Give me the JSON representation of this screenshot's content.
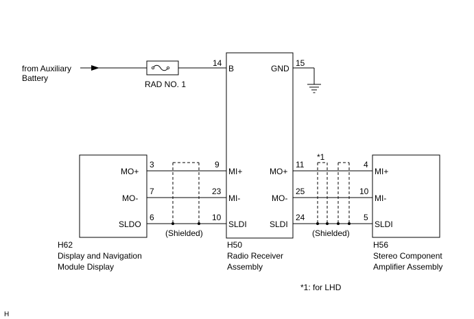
{
  "source": {
    "line1": "from Auxiliary",
    "line2": "Battery"
  },
  "fuse": {
    "label": "RAD NO. 1"
  },
  "radio": {
    "code": "H50",
    "name_line1": "Radio Receiver",
    "name_line2": "Assembly",
    "pins": {
      "b": {
        "num": "14",
        "name": "B"
      },
      "gnd": {
        "num": "15",
        "name": "GND"
      },
      "mi_plus": {
        "num": "9",
        "name": "MI+"
      },
      "mi_minus": {
        "num": "23",
        "name": "MI-"
      },
      "sldi_left": {
        "num": "10",
        "name": "SLDI"
      },
      "mo_plus": {
        "num": "11",
        "name": "MO+"
      },
      "mo_minus": {
        "num": "25",
        "name": "MO-"
      },
      "sldi_right": {
        "num": "24",
        "name": "SLDI"
      }
    }
  },
  "display": {
    "code": "H62",
    "name_line1": "Display and Navigation",
    "name_line2": "Module Display",
    "pins": {
      "mo_plus": {
        "num": "3",
        "name": "MO+"
      },
      "mo_minus": {
        "num": "7",
        "name": "MO-"
      },
      "sldo": {
        "num": "6",
        "name": "SLDO"
      }
    }
  },
  "amplifier": {
    "code": "H56",
    "name_line1": "Stereo Component",
    "name_line2": "Amplifier Assembly",
    "pins": {
      "mi_plus": {
        "num": "4",
        "name": "MI+"
      },
      "mi_minus": {
        "num": "10",
        "name": "MI-"
      },
      "sldi": {
        "num": "5",
        "name": "SLDI"
      }
    }
  },
  "shield_label_left": "(Shielded)",
  "shield_label_right": "(Shielded)",
  "note_marker": "*1",
  "note": "*1: for LHD",
  "corner_mark": "H"
}
